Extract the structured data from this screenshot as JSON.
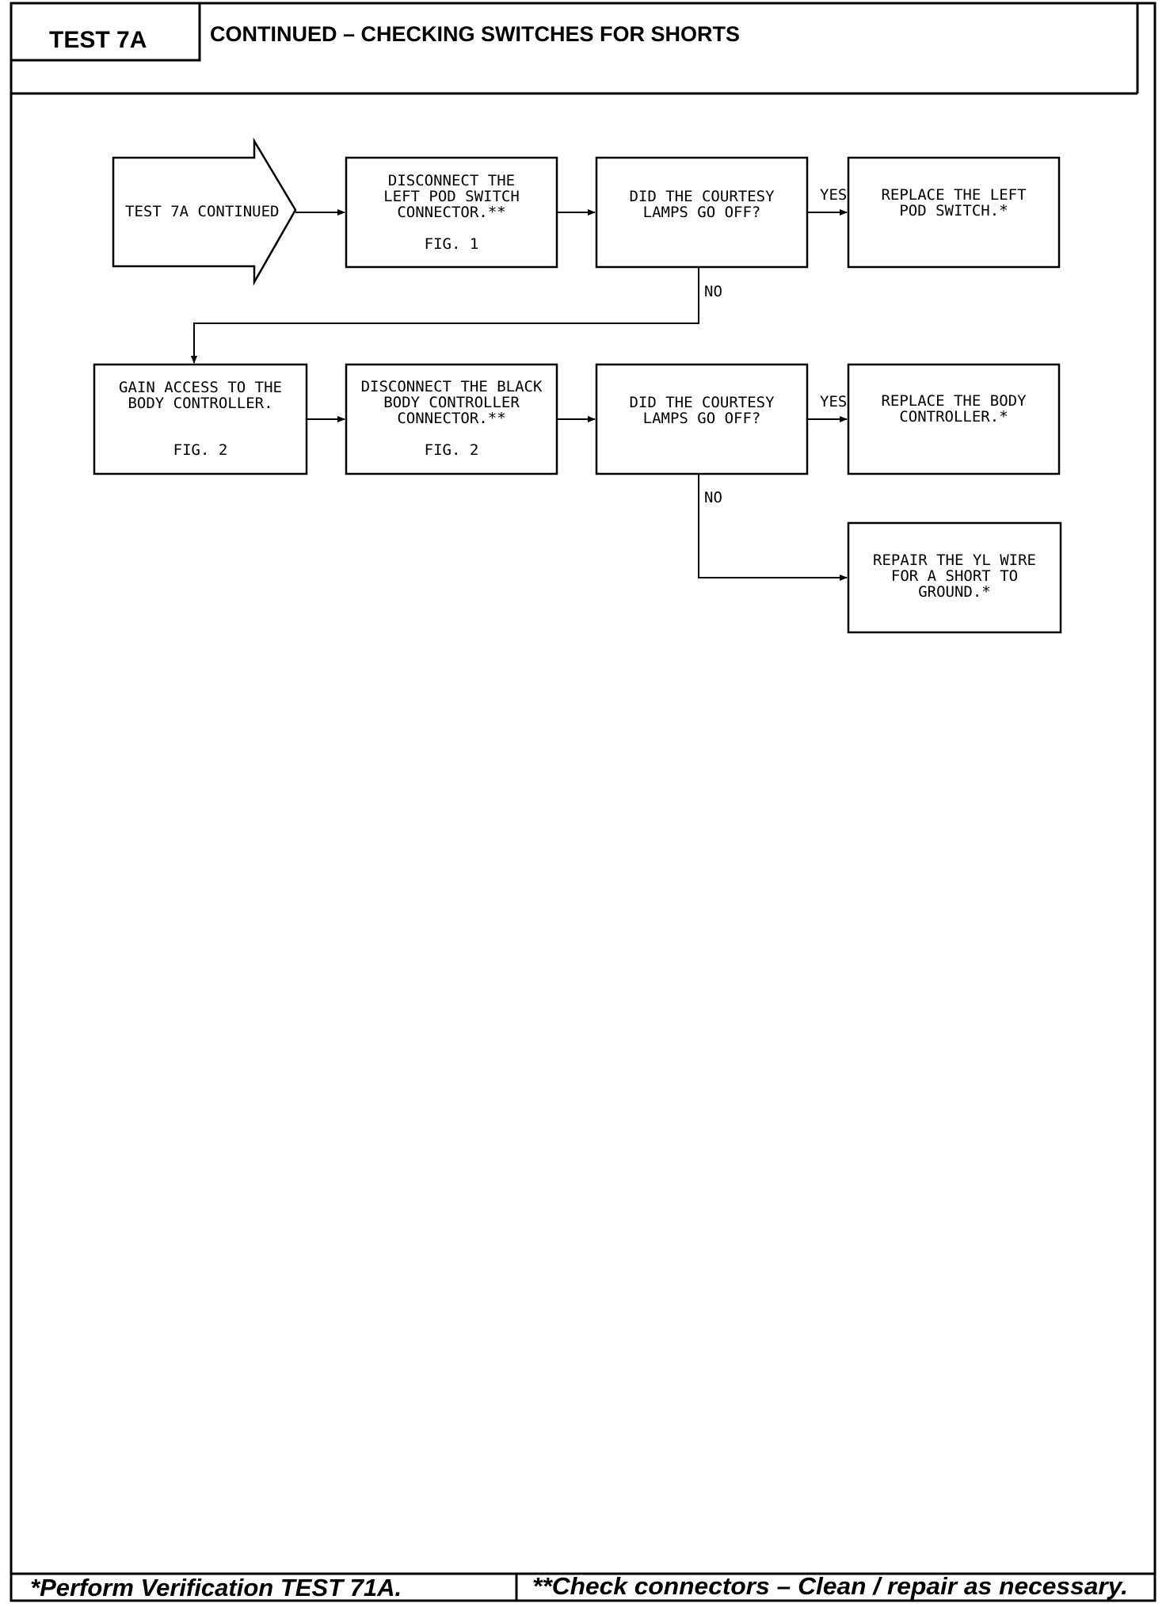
{
  "header": {
    "test_id": "TEST 7A",
    "title": "CONTINUED – CHECKING SWITCHES FOR SHORTS"
  },
  "start": {
    "label": "TEST 7A CONTINUED"
  },
  "steps": {
    "disconnect_left_pod": {
      "lines": [
        "DISCONNECT THE",
        "LEFT POD SWITCH",
        "CONNECTOR.**"
      ],
      "fig": "FIG. 1"
    },
    "decision_1": {
      "lines": [
        "DID THE COURTESY",
        "LAMPS GO OFF?"
      ]
    },
    "replace_left_pod": {
      "lines": [
        "REPLACE THE LEFT",
        "POD SWITCH.*"
      ]
    },
    "gain_access": {
      "lines": [
        "GAIN ACCESS TO THE",
        "BODY CONTROLLER."
      ],
      "fig": "FIG. 2"
    },
    "disconnect_black": {
      "lines": [
        "DISCONNECT THE BLACK",
        "BODY CONTROLLER",
        "CONNECTOR.**"
      ],
      "fig": "FIG. 2"
    },
    "decision_2": {
      "lines": [
        "DID THE COURTESY",
        "LAMPS GO OFF?"
      ]
    },
    "replace_body_controller": {
      "lines": [
        "REPLACE THE BODY",
        "CONTROLLER.*"
      ]
    },
    "repair_yl_wire": {
      "lines": [
        "REPAIR THE YL WIRE",
        "FOR A SHORT TO",
        "GROUND.*"
      ]
    }
  },
  "edge_labels": {
    "yes_1": "YES",
    "no_1": "NO",
    "yes_2": "YES",
    "no_2": "NO"
  },
  "footer": {
    "left": "*Perform Verification TEST 71A.",
    "right": "**Check connectors – Clean / repair as necessary."
  }
}
